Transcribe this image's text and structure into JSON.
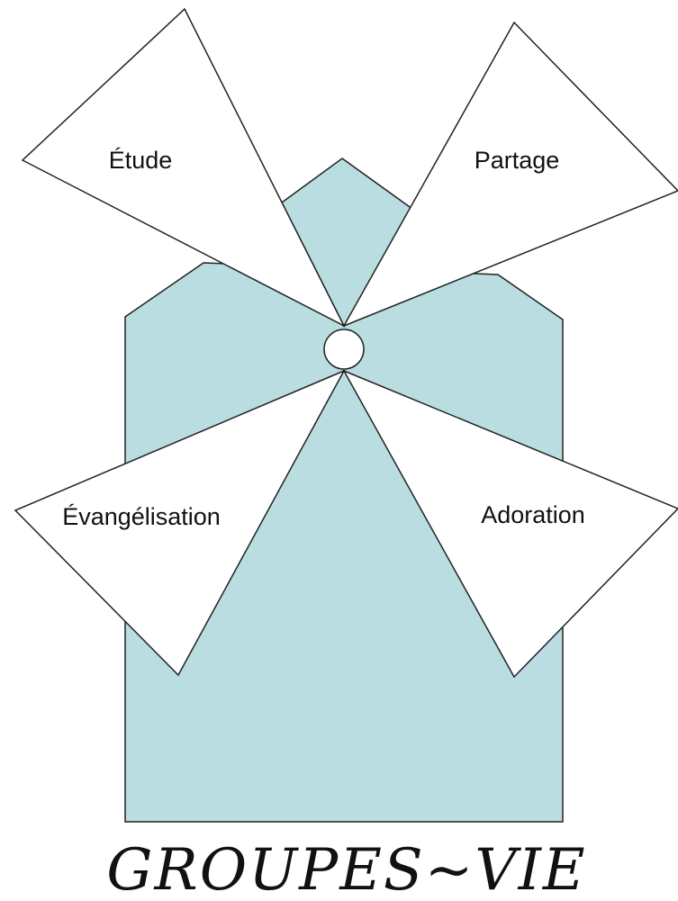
{
  "sails": {
    "top_left": "Étude",
    "top_right": "Partage",
    "bottom_left": "Évangélisation",
    "bottom_right": "Adoration"
  },
  "title": "GROUPES~VIE",
  "colors": {
    "mill_body": "#b9dde0",
    "outline": "#222222",
    "sail_fill": "#ffffff"
  }
}
